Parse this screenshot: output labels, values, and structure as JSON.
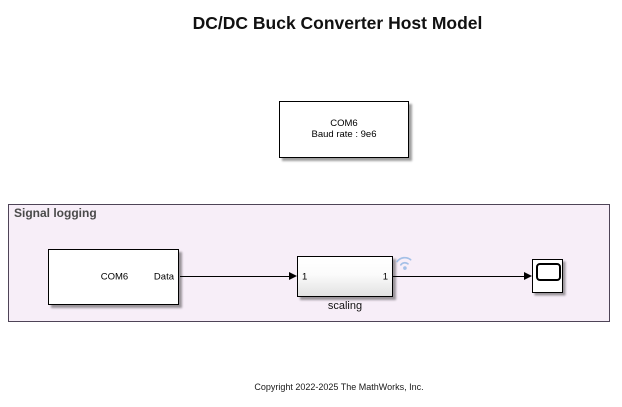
{
  "title": "DC/DC Buck Converter Host Model",
  "host_block": {
    "line1": "COM6",
    "line2": "Baud rate : 9e6"
  },
  "area": {
    "label": "Signal logging"
  },
  "serial_block": {
    "label": "COM6",
    "port_out": "Data"
  },
  "scaling_block": {
    "port_in": "1",
    "port_out": "1",
    "caption": "scaling"
  },
  "scope_block": {
    "icon": "scope-icon"
  },
  "logging_badge": {
    "icon": "wifi-icon"
  },
  "footer": {
    "copyright": "Copyright 2022-2025 The MathWorks, Inc."
  },
  "colors": {
    "area_fill": "#f7eef8",
    "area_border": "#4e4457",
    "area_label": "#4a4a4a",
    "badge_blue": "#8fb4e3",
    "wire": "#000000"
  }
}
